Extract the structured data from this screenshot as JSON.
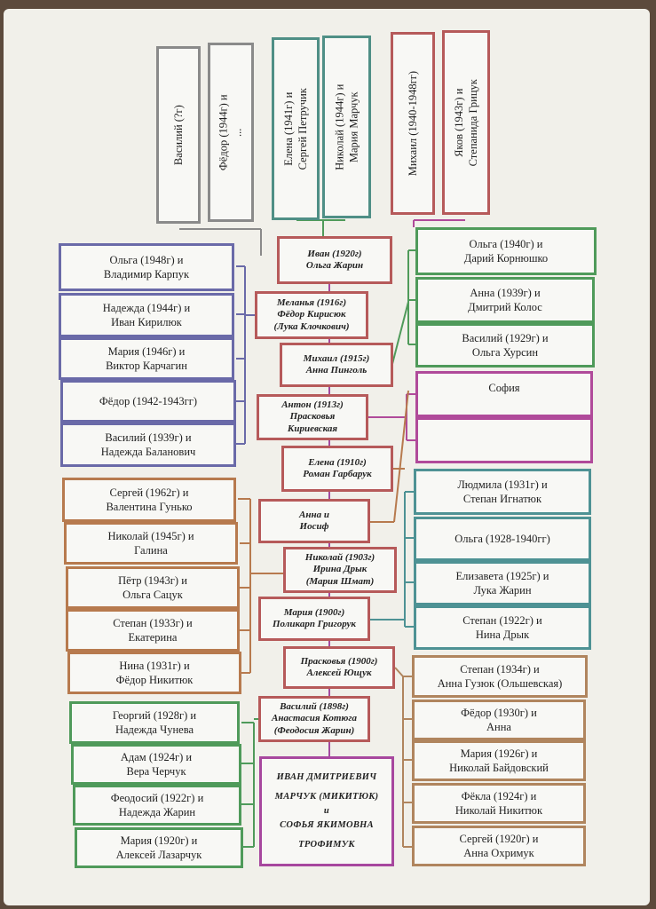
{
  "top_row": [
    {
      "text": "Василий (?г)",
      "color": "grey"
    },
    {
      "text": "Фёдор (1944г) и\n...",
      "color": "grey"
    },
    {
      "text": "Елена (1941г) и\nСергей Петручик",
      "color": "tealtop"
    },
    {
      "text": "Николай (1944г) и\nМария Марчук",
      "color": "tealtop"
    },
    {
      "text": "Михаил (1940-1948гг)",
      "color": "red"
    },
    {
      "text": "Яков (1943г) и\nСтепанида Грицук",
      "color": "red"
    }
  ],
  "center_column": [
    {
      "text": "Иван (1920г)\nОльга Жарин",
      "color": "red"
    },
    {
      "text": "Меланья (1916г)\nФёдор Кирисюк\n(Лука Клочкович)",
      "color": "red"
    },
    {
      "text": "Михаил (1915г)\nАнна Пинголь",
      "color": "red"
    },
    {
      "text": "Антон (1913г)\nПрасковья\nКириевская",
      "color": "red"
    },
    {
      "text": "Елена (1910г)\nРоман Гарбарук",
      "color": "red"
    },
    {
      "text": "Анна и\nИосиф",
      "color": "red"
    },
    {
      "text": "Николай (1903г)\nИрина Дрык\n(Мария Шмат)",
      "color": "red"
    },
    {
      "text": "Мария (1900г)\nПоликарп Григорук",
      "color": "red"
    },
    {
      "text": "Прасковья (1900г)\nАлексей Ющук",
      "color": "red"
    },
    {
      "text": "Василий (1898г)\nАнастасия Котюга\n(Феодосия Жарин)",
      "color": "red"
    }
  ],
  "root": {
    "line1": "ИВАН ДМИТРИЕВИЧ",
    "line2": "МАРЧУК (МИКИТЮК)",
    "line3": "и",
    "line4": "СОФЬЯ ЯКИМОВНА",
    "line5": "ТРОФИМУК",
    "color": "magenta"
  },
  "left_groups": [
    {
      "color": "blue",
      "items": [
        "Ольга (1948г) и\nВладимир Карпук",
        "Надежда (1944г) и\nИван Кирилюк",
        "Мария (1946г) и\nВиктор Карчагин",
        "Фёдор (1942-1943гг)",
        "Василий (1939г) и\nНадежда Баланович"
      ]
    },
    {
      "color": "orange",
      "items": [
        "Сергей (1962г) и\nВалентина Гунько",
        "Николай (1945г) и\nГалина",
        "Пётр (1943г) и\nОльга Сацук",
        "Степан (1933г) и\nЕкатерина",
        "Нина (1931г) и\nФёдор Никитюк"
      ]
    },
    {
      "color": "green",
      "items": [
        "Георгий (1928г) и\nНадежда Чунева",
        "Адам (1924г) и\nВера Черчук",
        "Феодосий (1922г) и\nНадежда Жарин",
        "Мария (1920г) и\nАлексей Лазарчук"
      ]
    }
  ],
  "right_groups": [
    {
      "color": "green",
      "items": [
        "Ольга (1940г) и\nДарий Корнюшко",
        "Анна (1939г) и\nДмитрий Колос",
        "Василий (1929г) и\nОльга Хурсин"
      ]
    },
    {
      "color": "pink",
      "items": [
        "София",
        ""
      ]
    },
    {
      "color": "teal",
      "items": [
        "Людмила (1931г) и\nСтепан Игнатюк",
        "Ольга (1928-1940гг)",
        "Елизавета (1925г) и\nЛука Жарин",
        "Степан (1922г) и\nНина Дрык"
      ]
    },
    {
      "color": "tan",
      "items": [
        "Степан (1934г) и\nАнна Гузюк (Ольшевская)",
        "Фёдор (1930г) и\nАнна",
        "Мария (1926г) и\nНиколай Байдовский",
        "Фёкла (1924г) и\nНиколай Никитюк",
        "Сергей (1920г) и\nАнна Охримук"
      ]
    }
  ],
  "line_colors": {
    "trunk": "#a24aa0",
    "blue": "#6a6aa8",
    "orange": "#b77a4e",
    "green": "#4f9a5a",
    "teal": "#4e9294",
    "tan": "#b0855e",
    "pink": "#b04a9a",
    "grey": "#8a8a8a"
  }
}
